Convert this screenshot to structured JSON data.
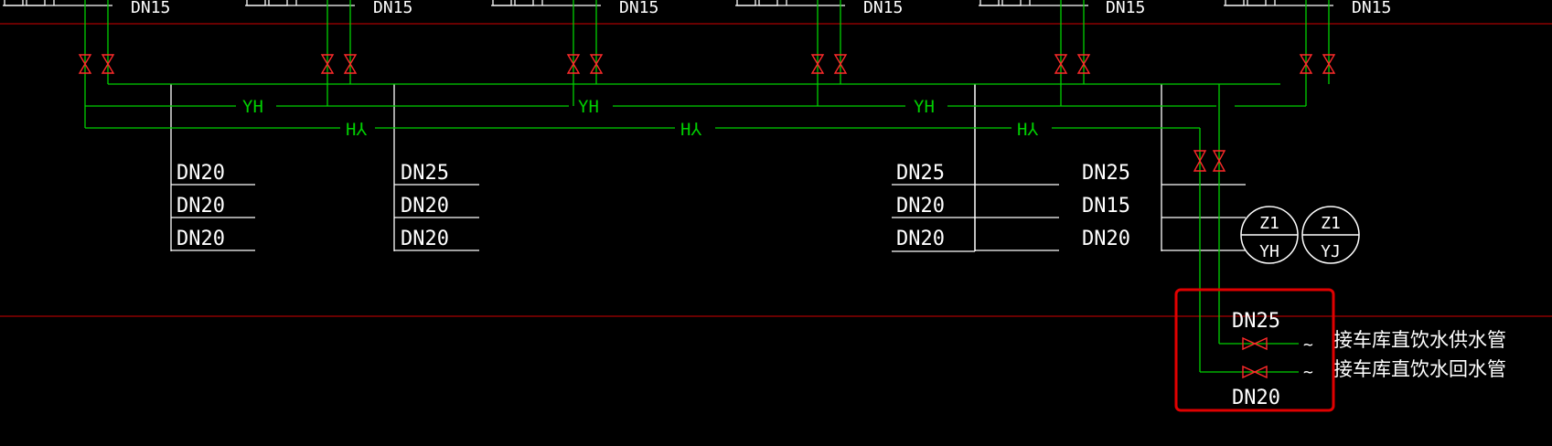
{
  "colors": {
    "background": "#000000",
    "pipe": "#00d000",
    "valve": "#ff2a2a",
    "boundary": "#d00000",
    "annotation": "#ffffff",
    "highlight": "#e00000"
  },
  "top_labels": [
    "DN15",
    "DN15",
    "DN15",
    "DN15",
    "DN15",
    "DN15"
  ],
  "pipe_tags": {
    "supply": "YH",
    "return": "H⅄"
  },
  "branches": [
    {
      "sizes": [
        "DN20",
        "DN20",
        "DN20"
      ]
    },
    {
      "sizes": [
        "DN25",
        "DN20",
        "DN20"
      ]
    },
    {
      "sizes": [
        "DN25",
        "DN20",
        "DN20"
      ]
    },
    {
      "sizes": [
        "DN25",
        "DN15",
        "DN20"
      ]
    }
  ],
  "symbols": [
    {
      "top": "Z1",
      "bottom": "YH"
    },
    {
      "top": "Z1",
      "bottom": "YJ"
    }
  ],
  "connection": {
    "supply_size": "DN25",
    "return_size": "DN20",
    "supply_note": "接车库直饮水供水管",
    "return_note": "接车库直饮水回水管",
    "supply_marker": "~",
    "return_marker": "~"
  }
}
